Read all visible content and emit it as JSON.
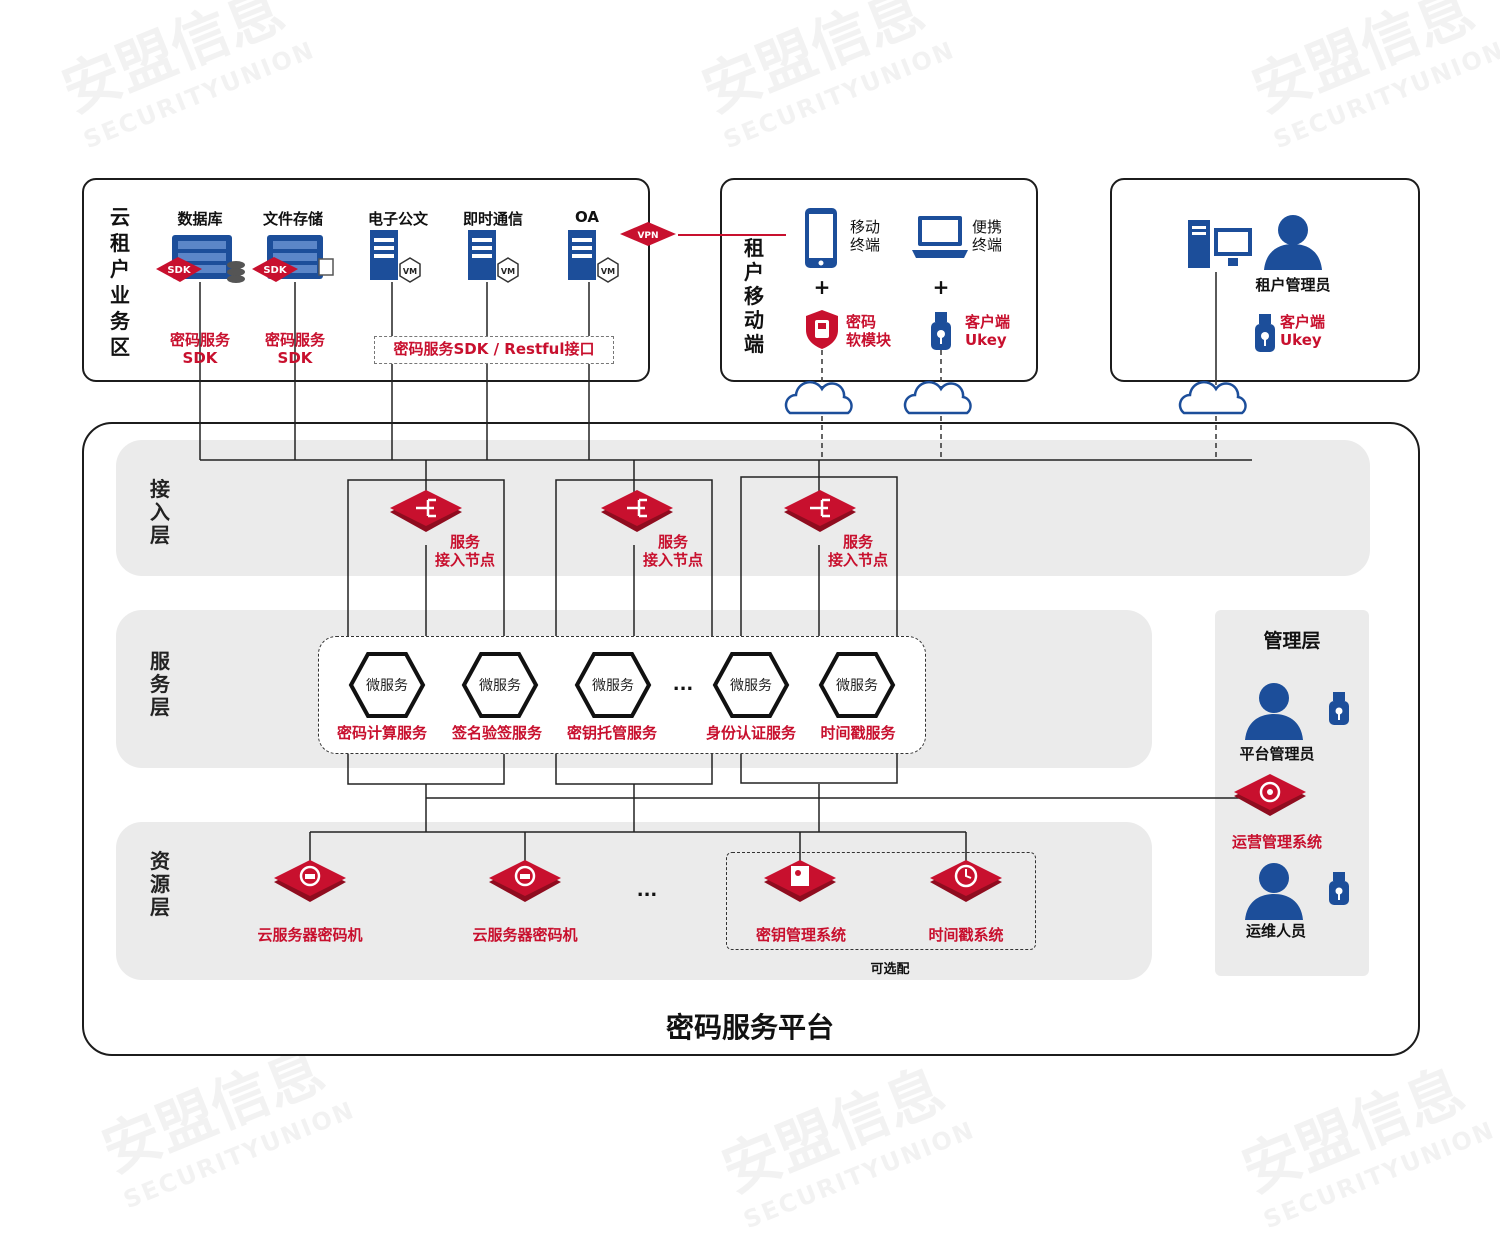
{
  "tenant_zone": {
    "title_chars": [
      "云",
      "租",
      "户",
      "业",
      "务",
      "区"
    ],
    "items": [
      {
        "label": "数据库",
        "badge": "SDK",
        "sub": [
          "密码服务",
          "SDK"
        ]
      },
      {
        "label": "文件存储",
        "badge": "SDK",
        "sub": [
          "密码服务",
          "SDK"
        ]
      },
      {
        "label": "电子公文",
        "badge": "VM"
      },
      {
        "label": "即时通信",
        "badge": "VM"
      },
      {
        "label": "OA",
        "badge": "VM"
      }
    ],
    "api_label": "密码服务SDK / Restful接口"
  },
  "vpn_label": "VPN",
  "mobile_zone": {
    "title_chars": [
      "租",
      "户",
      "移",
      "动",
      "端"
    ],
    "mobile_terminal": [
      "移动",
      "终端"
    ],
    "portable_terminal": [
      "便携",
      "终端"
    ],
    "plus": "+",
    "soft_module": [
      "密码",
      "软模块"
    ],
    "client_ukey": [
      "客户端",
      "Ukey"
    ]
  },
  "admin_zone": {
    "tenant_admin": "租户管理员",
    "client_ukey": [
      "客户端",
      "Ukey"
    ]
  },
  "platform": {
    "title": "密码服务平台",
    "access_layer": {
      "label_chars": [
        "接",
        "入",
        "层"
      ],
      "node_label": [
        "服务",
        "接入节点"
      ]
    },
    "service_layer": {
      "label_chars": [
        "服",
        "务",
        "层"
      ],
      "micro_label": "微服务",
      "services": [
        "密码计算服务",
        "签名验签服务",
        "密钥托管服务",
        "身份认证服务",
        "时间戳服务"
      ],
      "ellipsis": "..."
    },
    "resource_layer": {
      "label_chars": [
        "资",
        "源",
        "层"
      ],
      "machines": [
        "云服务器密码机",
        "云服务器密码机"
      ],
      "ellipsis": "...",
      "optional": [
        "密钥管理系统",
        "时间戳系统"
      ],
      "optional_label": "可选配"
    },
    "mgmt_layer": {
      "title": "管理层",
      "platform_admin": "平台管理员",
      "ops_system": "运营管理系统",
      "ops_staff": "运维人员"
    }
  },
  "watermark": {
    "cn": "安盟信息",
    "en": "SECURITYUNION"
  },
  "colors": {
    "accent_red": "#c8102e",
    "icon_blue": "#1c4e9a",
    "band_gray": "#ebebeb"
  }
}
